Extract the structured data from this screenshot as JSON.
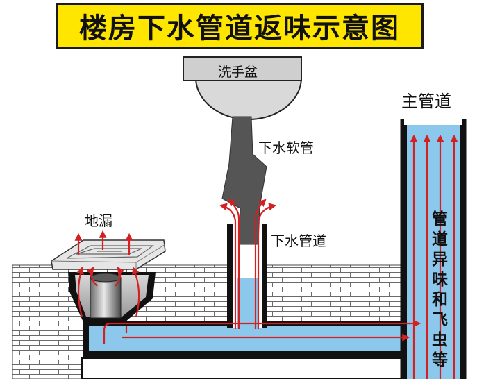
{
  "title": "楼房下水管道返味示意图",
  "labels": {
    "basin": "洗手盆",
    "hose": "下水软管",
    "floor_drain": "地漏",
    "drain_pipe": "下水管道",
    "main_pipe": "主管道",
    "vertical_caption": [
      "管",
      "道",
      "异",
      "味",
      "和",
      "飞",
      "虫",
      "等"
    ]
  },
  "colors": {
    "water": "#8cc8ec",
    "pipe_wall": "#111111",
    "arrow": "#d42020",
    "banner": "#ffe600",
    "hose": "#555555"
  }
}
